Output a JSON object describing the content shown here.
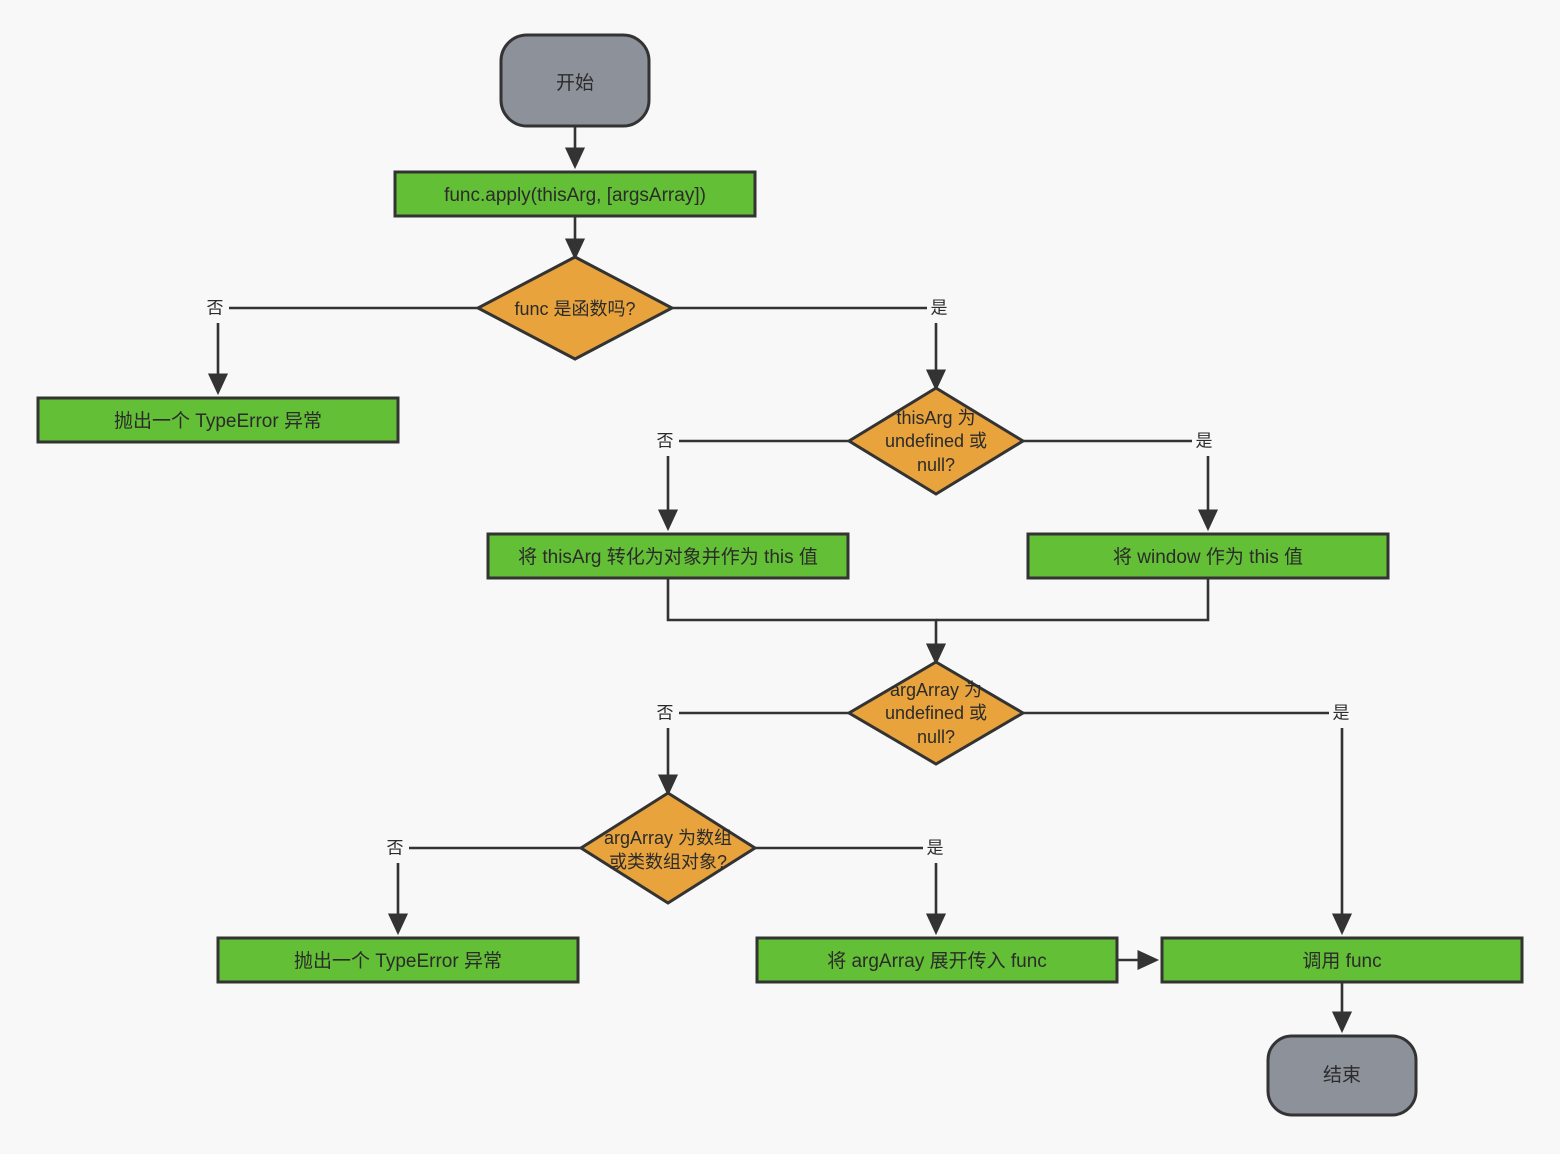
{
  "diagram": {
    "title": "func.apply flowchart",
    "type": "flowchart",
    "background_color": "#f8f8f8",
    "colors": {
      "process_fill": "#63bf36",
      "decision_fill": "#e8a33d",
      "terminal_fill": "#8d9199",
      "stroke": "#333333",
      "text": "#2b2b2b"
    },
    "nodes": [
      {
        "id": "start",
        "kind": "terminal",
        "label": "开始"
      },
      {
        "id": "apply",
        "kind": "process",
        "label": "func.apply(thisArg, [argsArray])"
      },
      {
        "id": "isfunc",
        "kind": "decision",
        "label": "func 是函数吗?",
        "lines": [
          "func 是函数吗?"
        ]
      },
      {
        "id": "throw1",
        "kind": "process",
        "label": "抛出一个 TypeError 异常"
      },
      {
        "id": "thisargnull",
        "kind": "decision",
        "label": "thisArg 为 undefined 或 null?",
        "lines": [
          "thisArg 为",
          "undefined 或",
          "null?"
        ]
      },
      {
        "id": "toobject",
        "kind": "process",
        "label": "将 thisArg 转化为对象并作为 this 值"
      },
      {
        "id": "usewindow",
        "kind": "process",
        "label": "将 window 作为 this 值"
      },
      {
        "id": "argnull",
        "kind": "decision",
        "label": "argArray 为 undefined 或 null?",
        "lines": [
          "argArray 为",
          "undefined 或",
          "null?"
        ]
      },
      {
        "id": "isarray",
        "kind": "decision",
        "label": "argArray 为数组或类数组对象?",
        "lines": [
          "argArray 为数组",
          "或类数组对象?"
        ]
      },
      {
        "id": "throw2",
        "kind": "process",
        "label": "抛出一个 TypeError 异常"
      },
      {
        "id": "spread",
        "kind": "process",
        "label": "将 argArray 展开传入 func"
      },
      {
        "id": "callfunc",
        "kind": "process",
        "label": "调用 func"
      },
      {
        "id": "end",
        "kind": "terminal",
        "label": "结束"
      }
    ],
    "edge_labels": {
      "no": "否",
      "yes": "是"
    },
    "edges": [
      {
        "from": "start",
        "to": "apply",
        "label": ""
      },
      {
        "from": "apply",
        "to": "isfunc",
        "label": ""
      },
      {
        "from": "isfunc",
        "to": "throw1",
        "label": "否"
      },
      {
        "from": "isfunc",
        "to": "thisargnull",
        "label": "是"
      },
      {
        "from": "thisargnull",
        "to": "toobject",
        "label": "否"
      },
      {
        "from": "thisargnull",
        "to": "usewindow",
        "label": "是"
      },
      {
        "from": "toobject",
        "to": "argnull",
        "label": ""
      },
      {
        "from": "usewindow",
        "to": "argnull",
        "label": ""
      },
      {
        "from": "argnull",
        "to": "isarray",
        "label": "否"
      },
      {
        "from": "argnull",
        "to": "callfunc",
        "label": "是"
      },
      {
        "from": "isarray",
        "to": "throw2",
        "label": "否"
      },
      {
        "from": "isarray",
        "to": "spread",
        "label": "是"
      },
      {
        "from": "spread",
        "to": "callfunc",
        "label": ""
      },
      {
        "from": "callfunc",
        "to": "end",
        "label": ""
      }
    ]
  }
}
